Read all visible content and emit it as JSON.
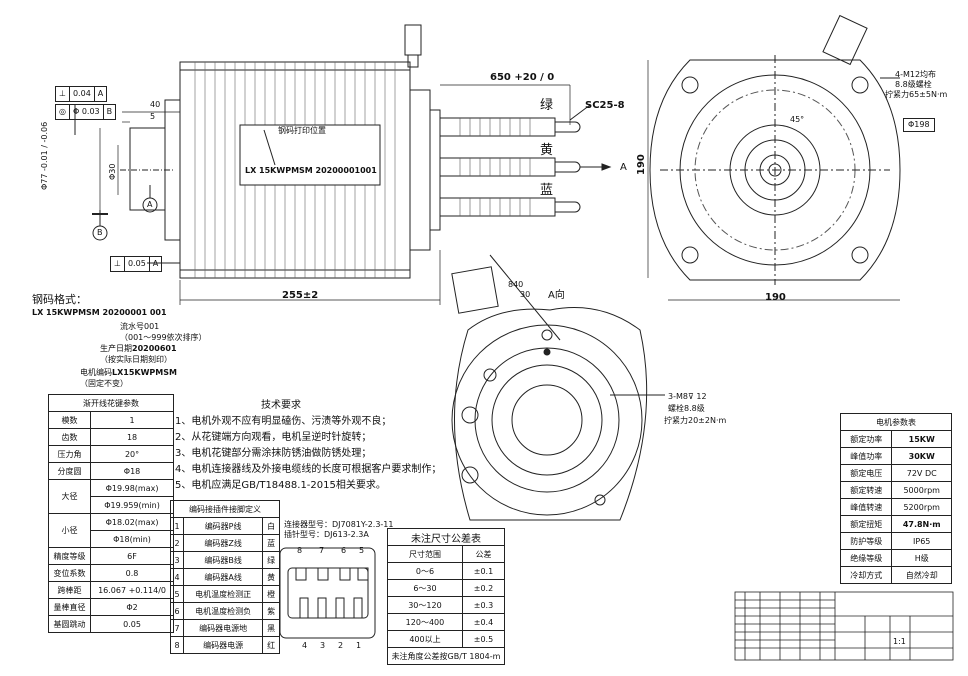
{
  "tolerances": {
    "perp1": "⊥",
    "perp1_val": "0.04",
    "perp1_ref": "A",
    "conc": "◎",
    "conc_val": "Φ 0.03",
    "conc_ref": "B",
    "perp2": "⊥",
    "perp2_val": "0.05",
    "perp2_ref": "A",
    "datum_a": "A",
    "datum_b": "B"
  },
  "dims": {
    "d40": "40",
    "d5": "5",
    "dia77": "Φ77 -0.01 / -0.06",
    "dia30": "Φ30",
    "len650": "650 +20 / 0",
    "len255": "255±2",
    "w190": "190",
    "h190": "190",
    "dia198": "Φ198",
    "angle45": "45°",
    "view_a": "A",
    "a_dir": "A向",
    "label30": "30",
    "label840": "840"
  },
  "wires": {
    "green": "绿",
    "yellow": "黄",
    "blue": "蓝",
    "terminal": "SC25-8"
  },
  "notes": {
    "print_pos": "钢码打印位置",
    "nameplate": "LX 15KWPMSM 20200001001",
    "holes_top": "4-M12均布",
    "holes_top2": "8.8级螺栓",
    "holes_top3": "拧紧力65±5N·m",
    "holes_mid": "3-M8⊽ 12",
    "holes_mid2": "螺栓8.8级",
    "holes_mid3": "拧紧力20±2N·m"
  },
  "steel_code": {
    "title": "钢码格式：",
    "code": "LX 15KWPMSM  20200001  001",
    "l1": "流水号001",
    "l2": "（001～999依次排序）",
    "l3a": "生产日期",
    "l3b": "20200601",
    "l4": "（按实际日期刻印）",
    "l5a": "电机编码",
    "l5b": "LX15KWPMSM",
    "l6": "（固定不变）"
  },
  "spline_table": {
    "title": "渐开线花键参数",
    "rows": [
      [
        "模数",
        "1"
      ],
      [
        "齿数",
        "18"
      ],
      [
        "压力角",
        "20°"
      ],
      [
        "分度圆",
        "Φ18"
      ]
    ],
    "major": "大径",
    "major_v1": "Φ19.98(max)",
    "major_v2": "Φ19.959(min)",
    "minor": "小径",
    "minor_v1": "Φ18.02(max)",
    "minor_v2": "Φ18(min)",
    "rows2": [
      [
        "精度等级",
        "6F"
      ],
      [
        "变位系数",
        "0.8"
      ],
      [
        "跨棒距",
        "16.067  +0.114/0"
      ],
      [
        "量棒直径",
        "Φ2"
      ],
      [
        "基圆跳动",
        "0.05"
      ]
    ]
  },
  "requirements": {
    "title": "技术要求",
    "items": [
      "1、电机外观不应有明显磕伤、污渍等外观不良；",
      "2、从花键端方向观看，电机呈逆时针旋转；",
      "3、电机花键部分需涂抹防锈油做防锈处理；",
      "4、电机连接器线及外接电缆线的长度可根据客户要求制作；",
      "5、电机应满足GB/T18488.1-2015相关要求。"
    ]
  },
  "connector_table": {
    "title": "编码接插件接脚定义",
    "rows": [
      [
        "1",
        "编码器P线",
        "白"
      ],
      [
        "2",
        "编码器Z线",
        "蓝"
      ],
      [
        "3",
        "编码器B线",
        "绿"
      ],
      [
        "4",
        "编码器A线",
        "黄"
      ],
      [
        "5",
        "电机温度检测正",
        "橙"
      ],
      [
        "6",
        "电机温度检测负",
        "紫"
      ],
      [
        "7",
        "编码器电源地",
        "黑"
      ],
      [
        "8",
        "编码器电源",
        "红"
      ]
    ]
  },
  "connector": {
    "model1": "连接器型号：DJ7081Y-2.3-11",
    "model2": "插针型号：DJ613-2.3A",
    "pins_top": [
      "8",
      "7",
      "6",
      "5"
    ],
    "pins_bot": [
      "4",
      "3",
      "2",
      "1"
    ]
  },
  "tol_table": {
    "title": "未注尺寸公差表",
    "h1": "尺寸范围",
    "h2": "公差",
    "rows": [
      [
        "0～6",
        "±0.1"
      ],
      [
        "6～30",
        "±0.2"
      ],
      [
        "30～120",
        "±0.3"
      ],
      [
        "120～400",
        "±0.4"
      ],
      [
        "400以上",
        "±0.5"
      ]
    ],
    "foot": "未注角度公差按GB/T 1804-m"
  },
  "motor_table": {
    "title": "电机参数表",
    "rows": [
      [
        "额定功率",
        "15KW"
      ],
      [
        "峰值功率",
        "30KW"
      ],
      [
        "额定电压",
        "72V DC"
      ],
      [
        "额定转速",
        "5000rpm"
      ],
      [
        "峰值转速",
        "5200rpm"
      ],
      [
        "额定扭矩",
        "47.8N·m"
      ],
      [
        "防护等级",
        "IP65"
      ],
      [
        "绝缘等级",
        "H级"
      ],
      [
        "冷却方式",
        "自然冷却"
      ]
    ]
  },
  "title_block": {
    "scale": "1:1"
  }
}
